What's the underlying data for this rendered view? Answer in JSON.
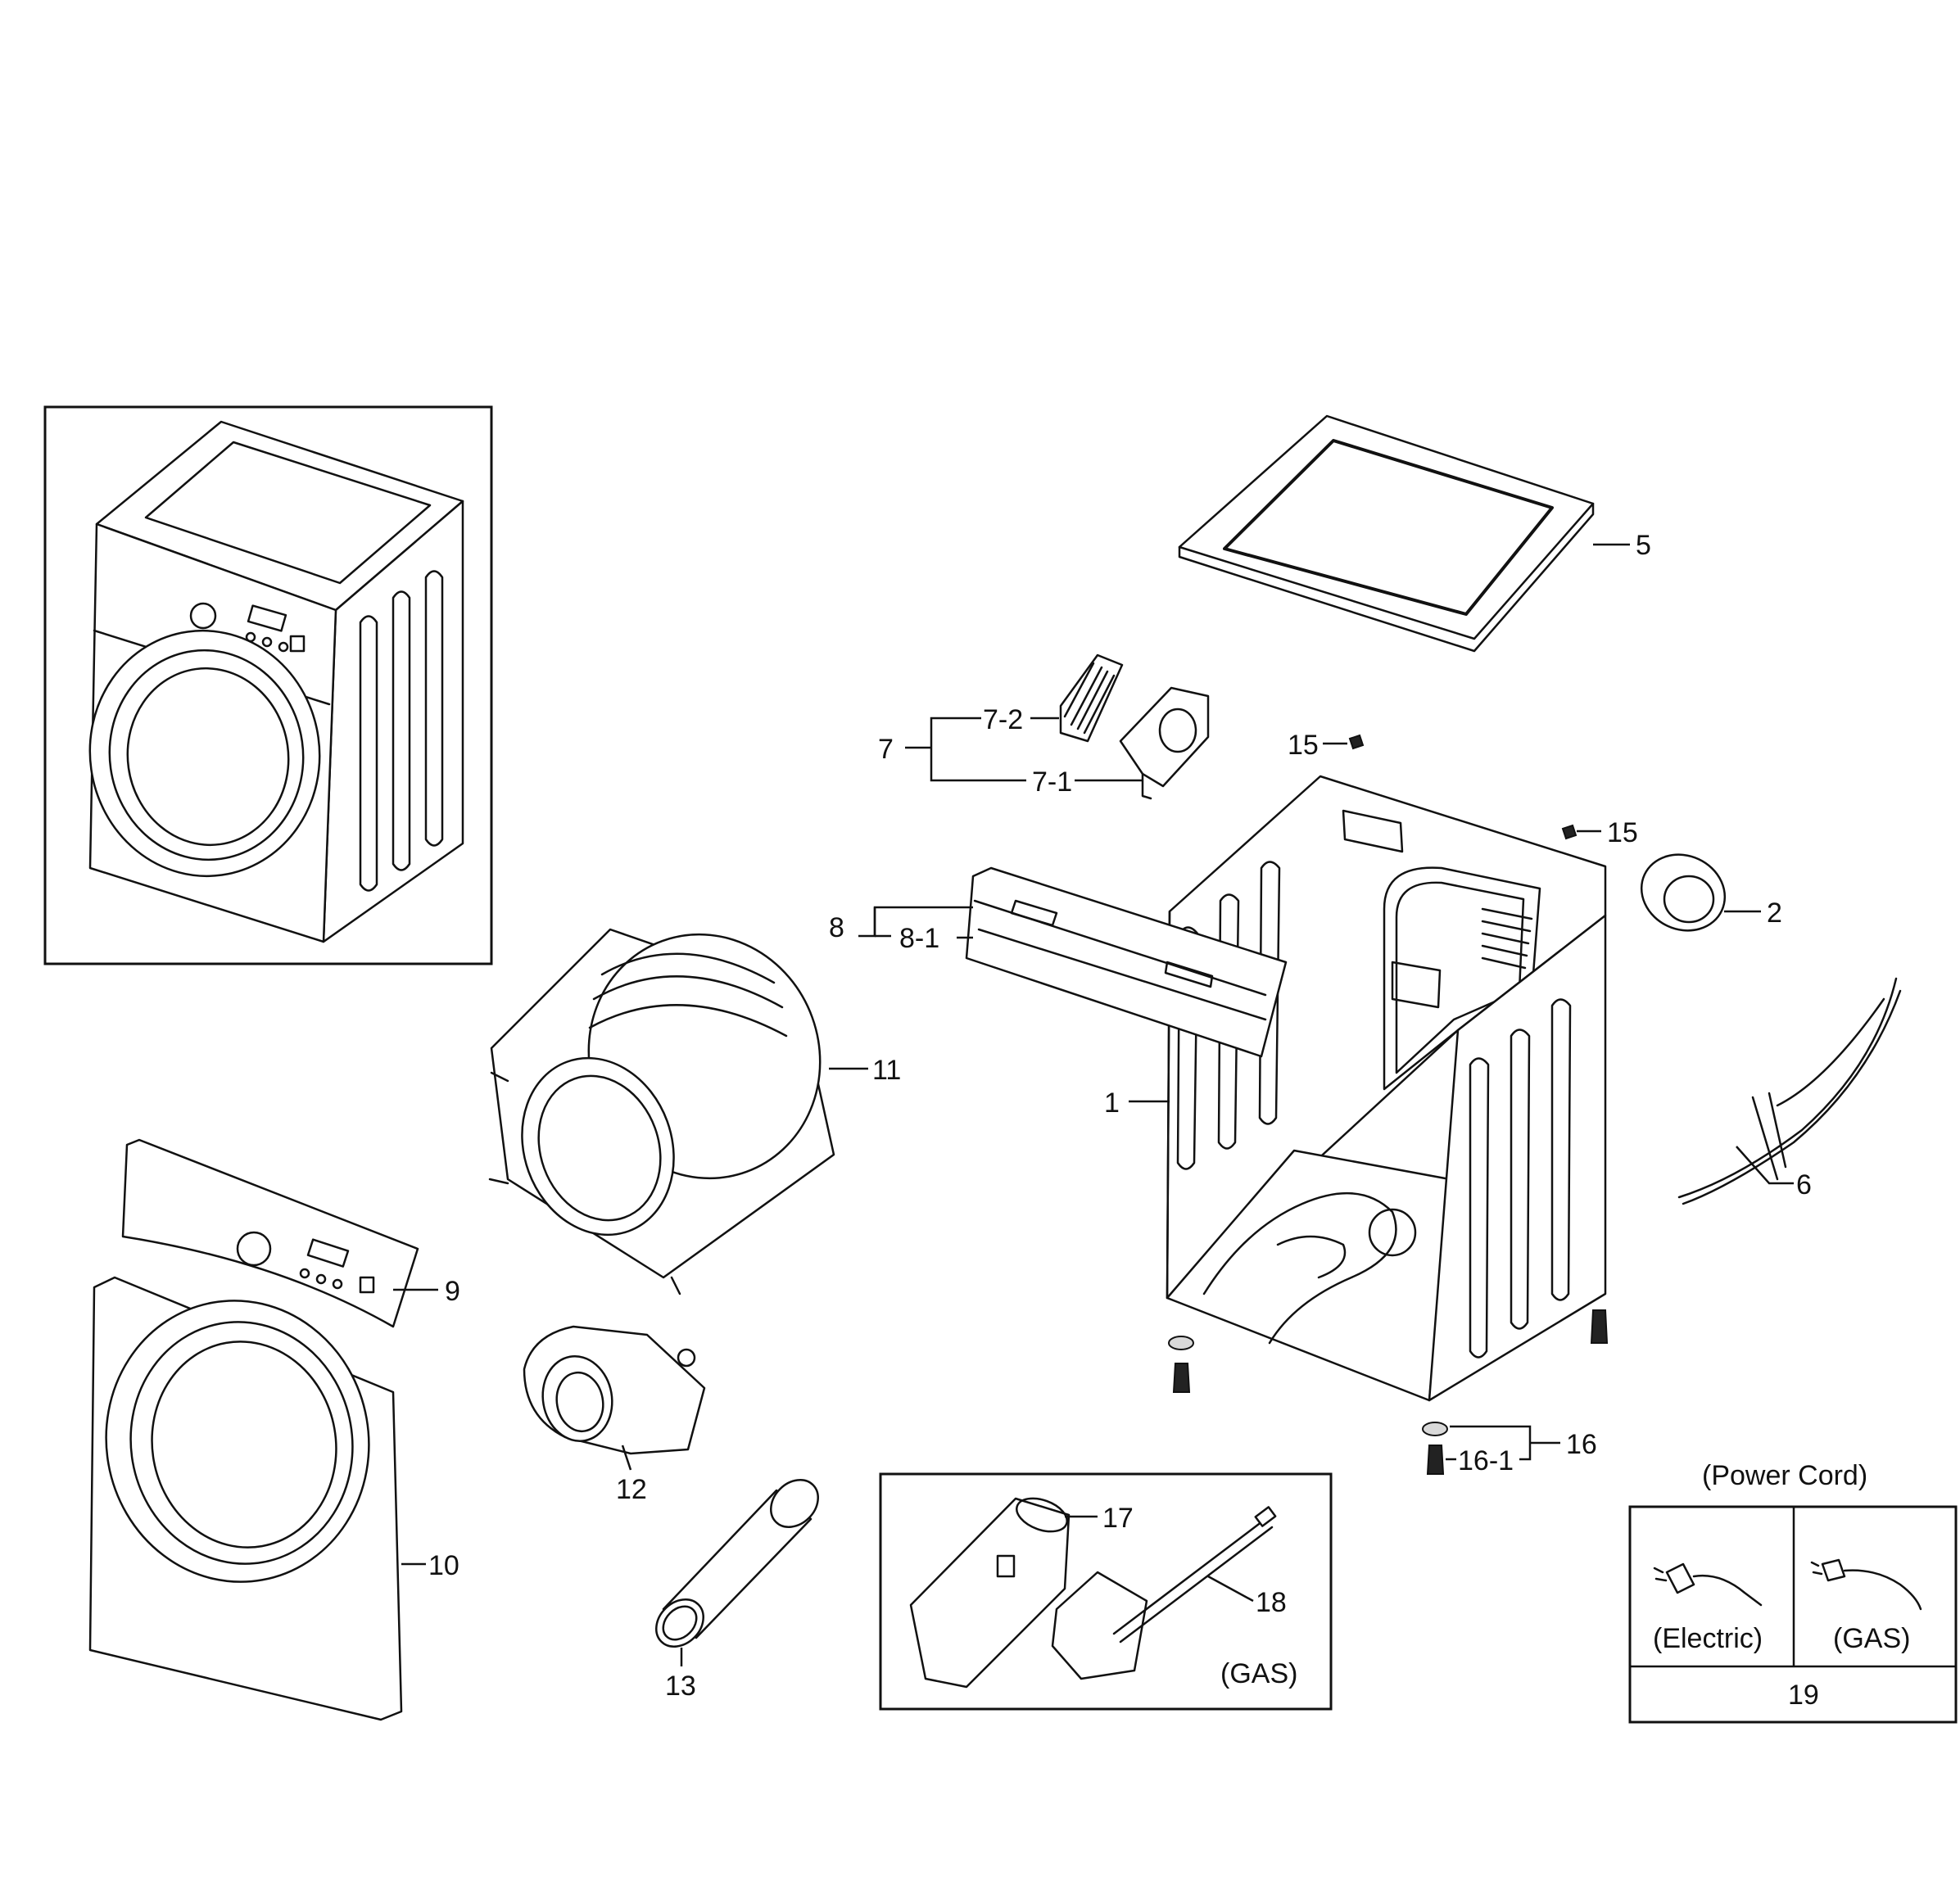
{
  "callouts": {
    "c1": "1",
    "c2": "2",
    "c5": "5",
    "c6": "6",
    "c7": "7",
    "c7_1": "7-1",
    "c7_2": "7-2",
    "c8": "8",
    "c8_1": "8-1",
    "c9": "9",
    "c10": "10",
    "c11": "11",
    "c12": "12",
    "c13": "13",
    "c15a": "15",
    "c15b": "15",
    "c16": "16",
    "c16_1": "16-1",
    "c17": "17",
    "c18": "18",
    "c19": "19"
  },
  "gas_kit_label": "(GAS)",
  "power_cord": {
    "title": "(Power Cord)",
    "electric_label": "(Electric)",
    "gas_label": "(GAS)"
  }
}
